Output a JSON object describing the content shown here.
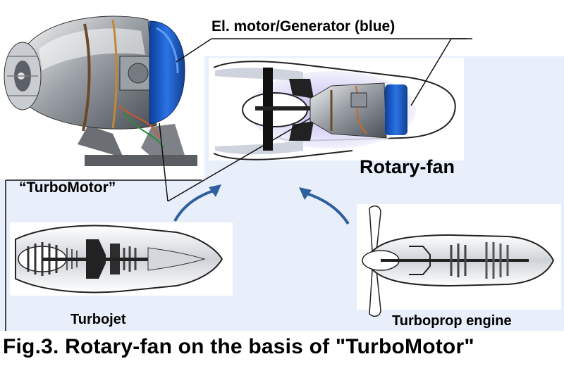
{
  "labels": {
    "motor_generator": "El. motor/Generator (blue)",
    "rotary_fan": "Rotary-fan",
    "turbomotor": "“TurboMotor”",
    "turbojet": "Turbojet",
    "turboprop": "Turboprop engine"
  },
  "caption": "Fig.3. Rotary-fan on the basis of \"TurboMotor\"",
  "colors": {
    "panel_background": "#e8eefa",
    "generator_blue": "#1e63d6",
    "arrow_blue": "#2e5f9e",
    "engine_casing": "#b8bcc2"
  }
}
